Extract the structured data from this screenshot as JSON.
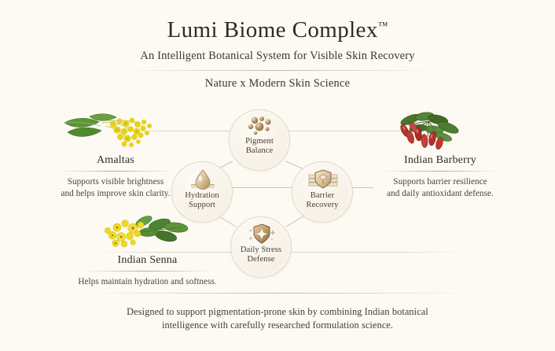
{
  "header": {
    "title": "Lumi Biome Complex",
    "trademark": "™",
    "subtitle": "An Intelligent Botanical System for Visible Skin Recovery",
    "tagline": "Nature x Modern Skin Science"
  },
  "diagram": {
    "nodes": [
      {
        "id": "pigment",
        "label": "Pigment\nBalance",
        "icon": "molecule-cluster-icon"
      },
      {
        "id": "hydration",
        "label": "Hydration\nSupport",
        "icon": "water-droplet-icon"
      },
      {
        "id": "barrier",
        "label": "Barrier\nRecovery",
        "icon": "shield-brick-wall-icon"
      },
      {
        "id": "stress",
        "label": "Daily Stress\nDefense",
        "icon": "shield-sparkle-icon"
      }
    ]
  },
  "botanicals": [
    {
      "id": "amaltas",
      "name": "Amaltas",
      "description": "Supports visible brightness\nand helps improve skin clarity.",
      "art": "yellow-flower-cluster-illustration"
    },
    {
      "id": "barberry",
      "name": "Indian Barberry",
      "description": "Supports barrier resilience\nand daily antioxidant defense.",
      "art": "red-berry-cluster-illustration"
    },
    {
      "id": "senna",
      "name": "Indian Senna",
      "description": "Helps maintain hydration and softness.",
      "art": "yellow-senna-flower-illustration"
    }
  ],
  "footer": {
    "text": "Designed to support pigmentation-prone skin by combining Indian botanical\nintelligence with carefully researched formulation science."
  },
  "colors": {
    "background": "#fdfaf3",
    "text": "#2f2a25",
    "gold": "#b79a6b",
    "gold_dark": "#8a6b42",
    "leaf_green": "#5d8a3a",
    "berry_red": "#b8352f",
    "flower_yellow": "#e8d21f",
    "rule": "#b0a28e"
  }
}
